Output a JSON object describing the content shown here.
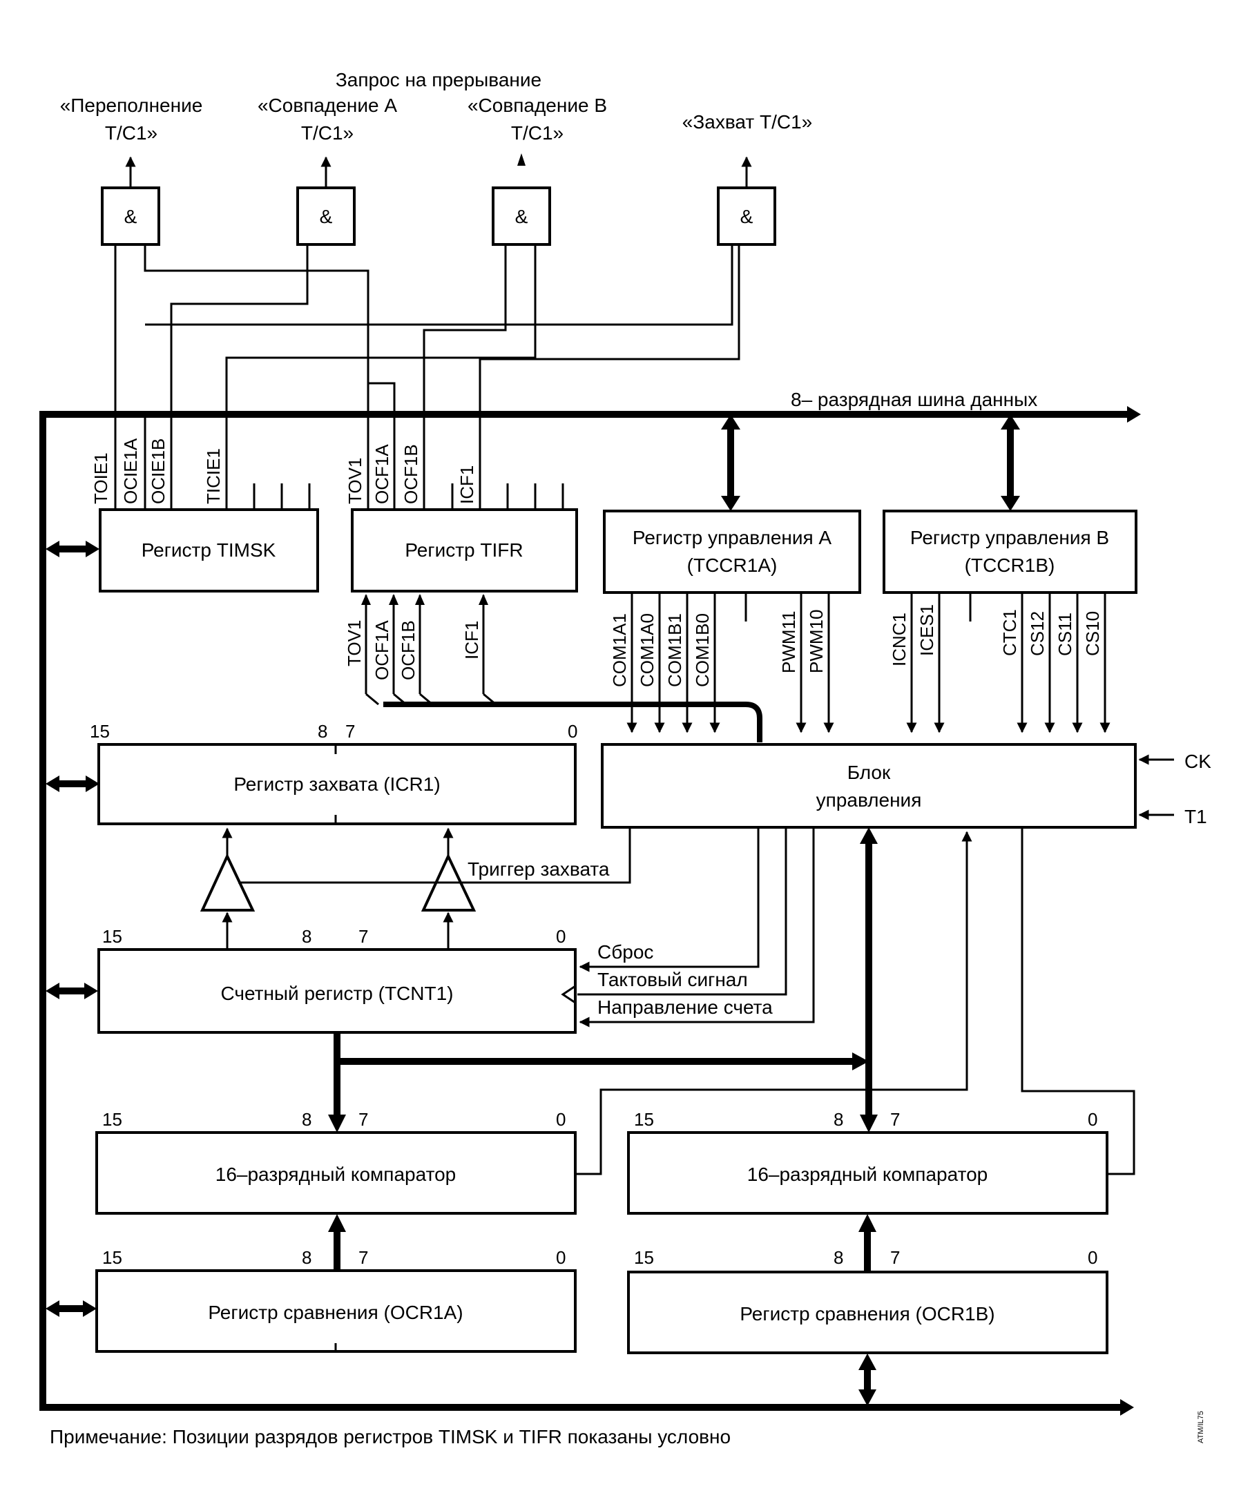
{
  "header": {
    "interrupt_request": "Запрос на прерывание",
    "overflow": [
      "«Переполнение",
      "T/C1»"
    ],
    "compare_a": [
      "«Совпадение A",
      "T/C1»"
    ],
    "compare_b": [
      "«Совпадение B",
      "T/C1»"
    ],
    "capture": "«Захват T/C1»"
  },
  "gates": {
    "and_symbol": "&"
  },
  "bus": {
    "label": "8– разрядная шина данных"
  },
  "registers": {
    "timsk": "Регистр TIMSK",
    "tifr": "Регистр TIFR",
    "tccr1a": [
      "Регистр управления A",
      "(TCCR1A)"
    ],
    "tccr1b": [
      "Регистр управления B",
      "(TCCR1B)"
    ],
    "icr1": "Регистр захвата (ICR1)",
    "control": [
      "Блок",
      "управления"
    ],
    "tcnt1": "Счетный регистр (TCNT1)",
    "comparator_a": "16–разрядный компаратор",
    "comparator_b": "16–разрядный компаратор",
    "ocr1a": "Регистр сравнения (OCR1A)",
    "ocr1b": "Регистр сравнения (OCR1B)"
  },
  "bits": {
    "timsk": [
      "TOIE1",
      "OCIE1A",
      "OCIE1B",
      "TICIE1"
    ],
    "tifr_top": [
      "TOV1",
      "OCF1A",
      "OCF1B",
      "ICF1"
    ],
    "tifr_bottom": [
      "TOV1",
      "OCF1A",
      "OCF1B",
      "ICF1"
    ],
    "tccr1a": [
      "COM1A1",
      "COM1A0",
      "COM1B1",
      "COM1B0",
      "PWM11",
      "PWM10"
    ],
    "tccr1b": [
      "ICNC1",
      "ICES1",
      "CTC1",
      "CS12",
      "CS11",
      "CS10"
    ]
  },
  "bit_positions": {
    "b15": "15",
    "b8": "8",
    "b7": "7",
    "b0": "0"
  },
  "signals": {
    "ck": "CK",
    "t1": "T1",
    "trigger": "Триггер захвата",
    "reset": "Сброс",
    "clock": "Тактовый сигнал",
    "direction": "Направление счета"
  },
  "side_mark": "ATM/IL75",
  "note": "Примечание: Позиции разрядов регистров TIMSK и TIFR показаны условно"
}
